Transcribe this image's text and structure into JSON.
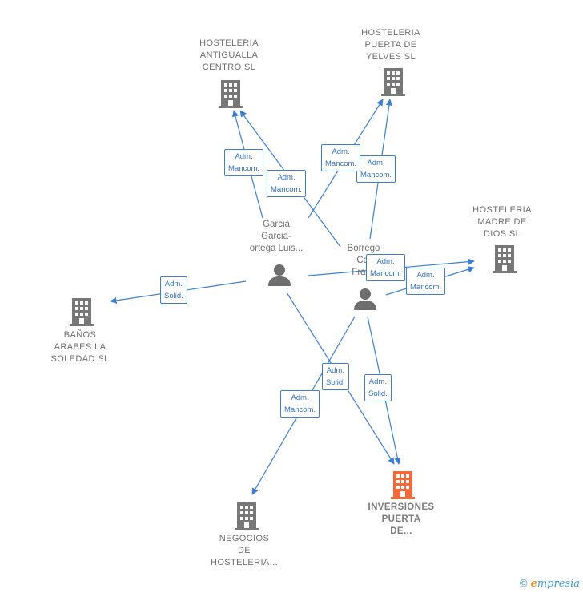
{
  "companies": [
    {
      "id": "antigualla",
      "lines": [
        "HOSTELERIA",
        "ANTIGUALLA",
        "CENTRO SL"
      ]
    },
    {
      "id": "yelves",
      "lines": [
        "HOSTELERIA",
        "PUERTA DE",
        "YELVES SL"
      ]
    },
    {
      "id": "madre",
      "lines": [
        "HOSTELERIA",
        "MADRE DE",
        "DIOS  SL"
      ]
    },
    {
      "id": "banos",
      "lines": [
        "BAÑOS",
        "ARABES LA",
        "SOLEDAD  SL"
      ]
    },
    {
      "id": "inversiones",
      "lines": [
        "INVERSIONES",
        "PUERTA",
        "DE..."
      ]
    },
    {
      "id": "negocios",
      "lines": [
        "NEGOCIOS",
        "DE",
        "HOSTELERIA..."
      ]
    }
  ],
  "persons": [
    {
      "id": "garcia",
      "lines": [
        "Garcia",
        "Garcia-",
        "ortega Luis..."
      ]
    },
    {
      "id": "borrego",
      "lines": [
        "Borrego",
        "Cal",
        "Franc"
      ]
    }
  ],
  "edge_labels": [
    {
      "id": "e1",
      "lines": [
        "Adm.",
        "Mancom."
      ]
    },
    {
      "id": "e2",
      "lines": [
        "Adm.",
        "Mancom."
      ]
    },
    {
      "id": "e3",
      "lines": [
        "Adm.",
        "Mancom."
      ]
    },
    {
      "id": "e4",
      "lines": [
        "Adm.",
        "Mancom."
      ]
    },
    {
      "id": "e5",
      "lines": [
        "Adm.",
        "Solid."
      ]
    },
    {
      "id": "e6",
      "lines": [
        "Adm.",
        "Mancom."
      ]
    },
    {
      "id": "e7",
      "lines": [
        "Adm.",
        "Mancom."
      ]
    },
    {
      "id": "e8",
      "lines": [
        "Adm.",
        "Solid."
      ]
    },
    {
      "id": "e9",
      "lines": [
        "Adm.",
        "Solid."
      ]
    },
    {
      "id": "e10",
      "lines": [
        "Adm.",
        "Mancom."
      ]
    }
  ],
  "footer": {
    "copyright": "©",
    "brand_initial": "e",
    "brand_rest": "mpresia"
  },
  "colors": {
    "edge": "#3a7fd5",
    "company_icon": "#777777",
    "focus_icon": "#f26a3b",
    "person_icon": "#6e6e6e"
  }
}
